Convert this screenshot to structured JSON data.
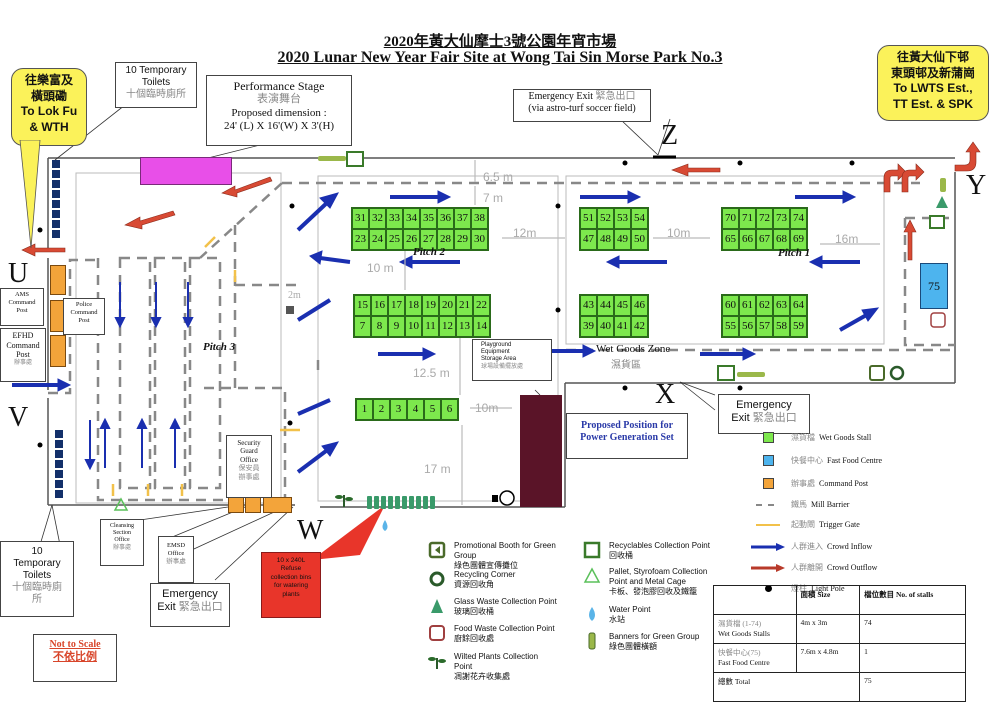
{
  "title": {
    "zh": "2020年黃大仙摩士3號公園年宵市場",
    "en": "2020 Lunar New Year Fair Site at Wong Tai Sin Morse Park No.3"
  },
  "directions": {
    "left": {
      "zh_line1": "往樂富及",
      "zh_line2": "橫頭磡",
      "en_line1": "To Lok Fu",
      "en_line2": "& WTH"
    },
    "right": {
      "zh_line1": "往黃大仙下邨",
      "zh_line2": "東頭邨及新蒲崗",
      "en_line1": "To LWTS Est.,",
      "en_line2": "TT Est. & SPK"
    }
  },
  "callouts": {
    "toilets_top": {
      "en_line1": "10 Temporary",
      "en_line2": "Toilets",
      "zh": "十個臨時廁所"
    },
    "stage": {
      "en": "Performance Stage",
      "zh": "表演舞台",
      "dim_label": "Proposed dimension :",
      "dim_value": "24' (L) X 16'(W) X 3'(H)"
    },
    "exit_z": {
      "line1_en": "Emergency Exit",
      "line1_zh": "緊急出口",
      "line2": "(via astro-turf soccer field)"
    },
    "ams": {
      "line1": "AMS",
      "line2": "Command",
      "line3": "Post"
    },
    "efhd": {
      "line1": "EFHD",
      "line2": "Command",
      "line3": "Post",
      "zh": "辦事處"
    },
    "police": {
      "line1": "Police",
      "line2": "Command",
      "line3": "Post"
    },
    "playground": {
      "line1": "Playground",
      "line2": "Equipment",
      "line3": "Storage Area",
      "zh": "球場設備擺放處"
    },
    "power": {
      "line1": "Proposed  Position for",
      "line2": "Power Generation Set"
    },
    "exit_x": {
      "en_line1": "Emergency",
      "en_line2": "Exit",
      "zh": "緊急出口"
    },
    "security": {
      "line1": "Security",
      "line2": "Guard",
      "line3": "Office",
      "zh1": "保安員",
      "zh2": "辦事處"
    },
    "cleansing": {
      "line1": "Cleansing",
      "line2": "Section",
      "line3": "Office",
      "zh": "辦事處"
    },
    "emsd": {
      "line1": "EMSD",
      "line2": "Office",
      "zh": "辦事處"
    },
    "exit_w": {
      "en_line1": "Emergency",
      "en_line2": "Exit",
      "zh": "緊急出口"
    },
    "toilets_bottom": {
      "line1": "10",
      "line2": "Temporary",
      "line3": "Toilets",
      "zh1": "十個臨時廁",
      "zh2": "所"
    },
    "refuse": {
      "line1": "10 x 240L",
      "line2": "Refuse",
      "line3": "collection bins",
      "line4": "for watering",
      "line5": "plants"
    },
    "scale": {
      "en": "Not to Scale",
      "zh": "不依比例"
    }
  },
  "zones": {
    "wet_goods_en": "Wet Goods Zone",
    "wet_goods_zh": "濕貨區",
    "pitch1": "Pitch 1",
    "pitch2": "Pitch 2",
    "pitch3": "Pitch 3",
    "fast_food_stall": "75"
  },
  "entrances": {
    "u": "U",
    "v": "V",
    "w": "W",
    "x": "X",
    "y": "Y",
    "z": "Z"
  },
  "distances": {
    "d65": "6.5 m",
    "d7": "7 m",
    "d12": "12m",
    "d10a": "10m",
    "d16": "16m",
    "d10b": "10 m",
    "d125": "12.5 m",
    "d10c": "10m",
    "d17": "17 m",
    "d2": "2m"
  },
  "stall_blocks": [
    {
      "name": "pitch2-top",
      "cols": 8,
      "stalls": [
        "31",
        "32",
        "33",
        "34",
        "35",
        "36",
        "37",
        "38",
        "23",
        "24",
        "25",
        "26",
        "27",
        "28",
        "29",
        "30"
      ]
    },
    {
      "name": "pitch2-bottom",
      "cols": 8,
      "stalls": [
        "15",
        "16",
        "17",
        "18",
        "19",
        "20",
        "21",
        "22",
        "7",
        "8",
        "9",
        "10",
        "11",
        "12",
        "13",
        "14"
      ]
    },
    {
      "name": "pitch2-front",
      "cols": 6,
      "stalls": [
        "1",
        "2",
        "3",
        "4",
        "5",
        "6"
      ]
    },
    {
      "name": "middle-top",
      "cols": 4,
      "stalls": [
        "51",
        "52",
        "53",
        "54",
        "47",
        "48",
        "49",
        "50"
      ]
    },
    {
      "name": "middle-bottom",
      "cols": 4,
      "stalls": [
        "43",
        "44",
        "45",
        "46",
        "39",
        "40",
        "41",
        "42"
      ]
    },
    {
      "name": "pitch1-top",
      "cols": 5,
      "stalls": [
        "70",
        "71",
        "72",
        "73",
        "74",
        "65",
        "66",
        "67",
        "68",
        "69"
      ]
    },
    {
      "name": "pitch1-bottom",
      "cols": 5,
      "stalls": [
        "60",
        "61",
        "62",
        "63",
        "64",
        "55",
        "56",
        "57",
        "58",
        "59"
      ]
    }
  ],
  "legend": {
    "items": [
      {
        "icon": "wet-goods-stall-swatch",
        "zh": "濕貨檔",
        "en": "Wet Goods Stall",
        "color": "#7de84d"
      },
      {
        "icon": "fast-food-swatch",
        "zh": "快餐中心",
        "en": "Fast Food Centre",
        "color": "#4db4ee"
      },
      {
        "icon": "command-post-swatch",
        "zh": "辦事處",
        "en": "Command Post",
        "color": "#f3a43a"
      },
      {
        "icon": "mill-barrier-line",
        "zh": "鐵馬",
        "en": "Mill Barrier",
        "color": "#888888"
      },
      {
        "icon": "trigger-gate-line",
        "zh": "起動閘",
        "en": "Trigger Gate",
        "color": "#f2c14a"
      },
      {
        "icon": "crowd-inflow-arrow",
        "zh": "人群進入",
        "en": "Crowd Inflow",
        "color": "#1a2fb0"
      },
      {
        "icon": "crowd-outflow-arrow",
        "zh": "人群離開",
        "en": "Crowd Outflow",
        "color": "#b83a2a"
      },
      {
        "icon": "light-pole-dot",
        "zh": "燈柱",
        "en": "Light Pole",
        "color": "#000000"
      }
    ],
    "green": [
      {
        "icon": "promotional-booth-icon",
        "en": "Promotional Booth for Green Group",
        "zh": "綠色團體宣傳攤位"
      },
      {
        "icon": "recycling-corner-icon",
        "en": "Recycling Corner",
        "zh": "資源回收角"
      },
      {
        "icon": "glass-waste-icon",
        "en": "Glass Waste Collection Point",
        "zh": "玻璃回收桶"
      },
      {
        "icon": "food-waste-icon",
        "en": "Food Waste Collection Point",
        "zh": "廚餘回收處"
      },
      {
        "icon": "wilted-plants-icon",
        "en": "Wilted Plants Collection Point",
        "zh": "凋謝花卉收集處"
      },
      {
        "icon": "recyclables-icon",
        "en": "Recyclables Collection Point",
        "zh": "回收桶"
      },
      {
        "icon": "pallet-icon",
        "en": "Pallet, Styrofoam Collection Point and Metal Cage",
        "zh": "卡板、發泡膠回收及鐵籠"
      },
      {
        "icon": "water-point-icon",
        "en": "Water Point",
        "zh": "水站"
      },
      {
        "icon": "banner-icon",
        "en": "Banners for Green Group",
        "zh": "綠色團體橫額"
      }
    ]
  },
  "stats_table": {
    "headers": [
      "",
      "面積 Size",
      "檔位數目 No. of stalls"
    ],
    "rows": [
      {
        "zh": "濕貨檔 (1-74)",
        "en": "Wet Goods Stalls",
        "size": "4m x 3m",
        "count": "74"
      },
      {
        "zh": "快餐中心(75)",
        "en": "Fast Food Centre",
        "size": "7.6m x 4.8m",
        "count": "1"
      }
    ],
    "total_label": "總數 Total",
    "total_count": "75"
  },
  "colors": {
    "stall": "#7de84d",
    "stage": "#e84fe8",
    "fast_food": "#4db4ee",
    "command": "#f3a43a",
    "storage": "#5a1428",
    "inflow": "#1a2fb0",
    "outflow": "#d84a34",
    "refuse_box": "#e8352a",
    "direction_box": "#fbf25a"
  }
}
